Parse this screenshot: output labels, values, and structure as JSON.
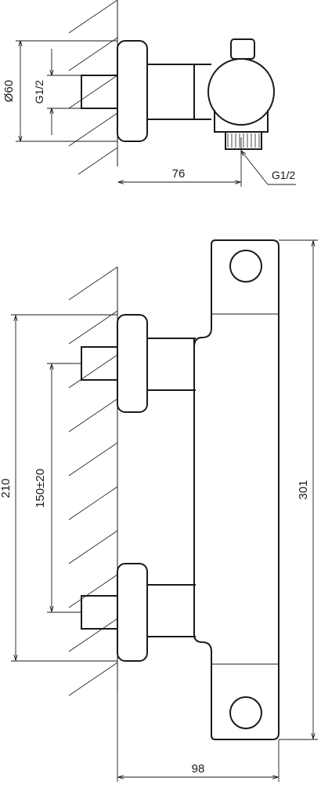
{
  "top_view": {
    "dim_diameter": "Ø60",
    "dim_inlet_thread": "G1/2",
    "dim_depth": "76",
    "dim_outlet_thread": "G1/2"
  },
  "front_view": {
    "dim_inlet_spacing": "210",
    "dim_center_distance": "150±20",
    "dim_body_height": "301",
    "dim_total_depth": "98"
  },
  "colors": {
    "line": "#1a1a1a",
    "background": "#ffffff"
  }
}
